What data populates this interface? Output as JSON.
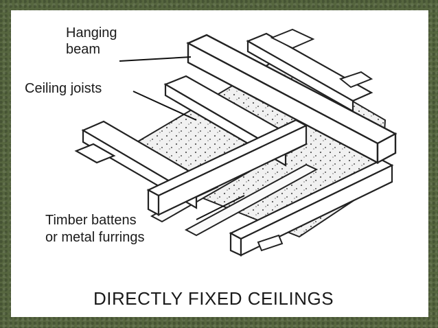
{
  "labels": {
    "hanging_beam_line1": "Hanging",
    "hanging_beam_line2": "beam",
    "ceiling_joists": "Ceiling joists",
    "timber_battens_line1": "Timber battens",
    "timber_battens_line2": "or metal furrings"
  },
  "caption": "DIRECTLY FIXED CEILINGS",
  "colors": {
    "frame": "#56663f",
    "panel": "#ffffff",
    "ink": "#1a1a1a",
    "board_speckle": "#e8e8e8"
  }
}
